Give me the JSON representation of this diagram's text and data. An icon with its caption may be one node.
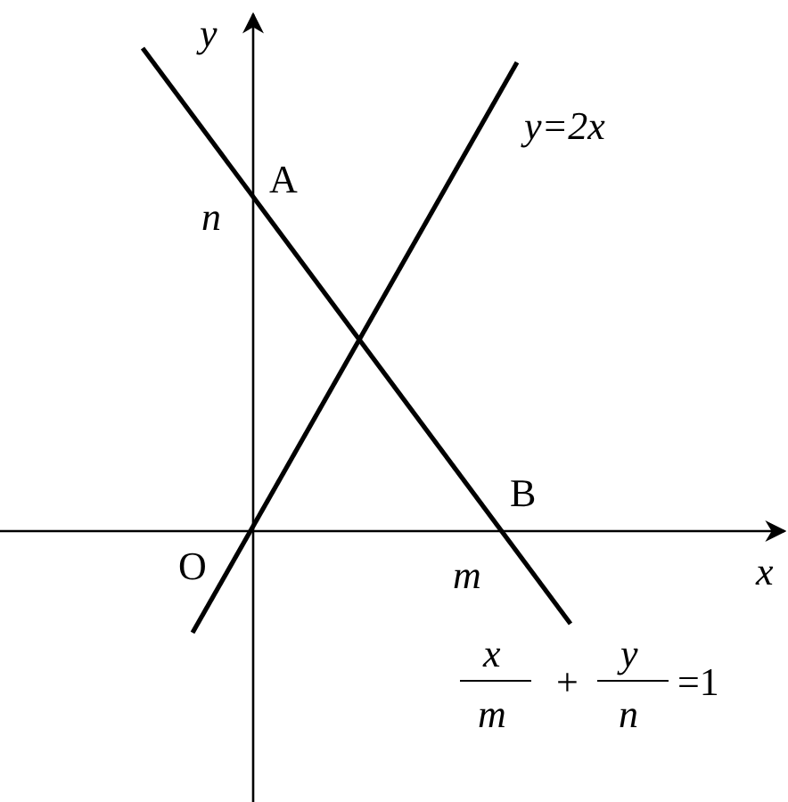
{
  "diagram": {
    "labels": [
      "y",
      "A",
      "y=2x",
      "n",
      "B",
      "O",
      "m",
      "x",
      "x",
      "y",
      "+",
      "=1",
      "m",
      "n"
    ]
  }
}
